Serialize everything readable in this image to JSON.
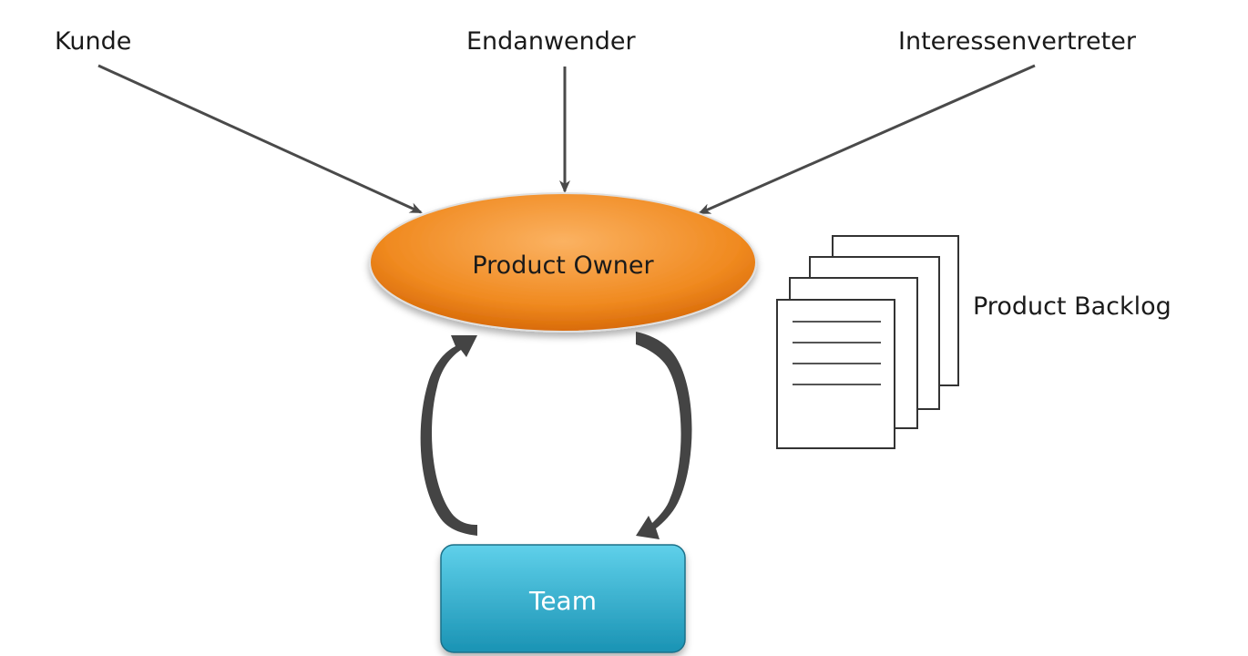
{
  "sources": [
    {
      "id": "kunde",
      "label": "Kunde"
    },
    {
      "id": "endanwender",
      "label": "Endanwender"
    },
    {
      "id": "interessenvertreter",
      "label": "Interessenvertreter"
    }
  ],
  "product_owner": {
    "label": "Product Owner",
    "fill_top": "#f9a44a",
    "fill_bottom": "#e5770f"
  },
  "team": {
    "label": "Team",
    "fill_top": "#4ec6e3",
    "fill_bottom": "#1a96b8"
  },
  "backlog": {
    "label": "Product Backlog"
  },
  "colors": {
    "arrow": "#4a4a4a",
    "text": "#1a1a1a"
  }
}
